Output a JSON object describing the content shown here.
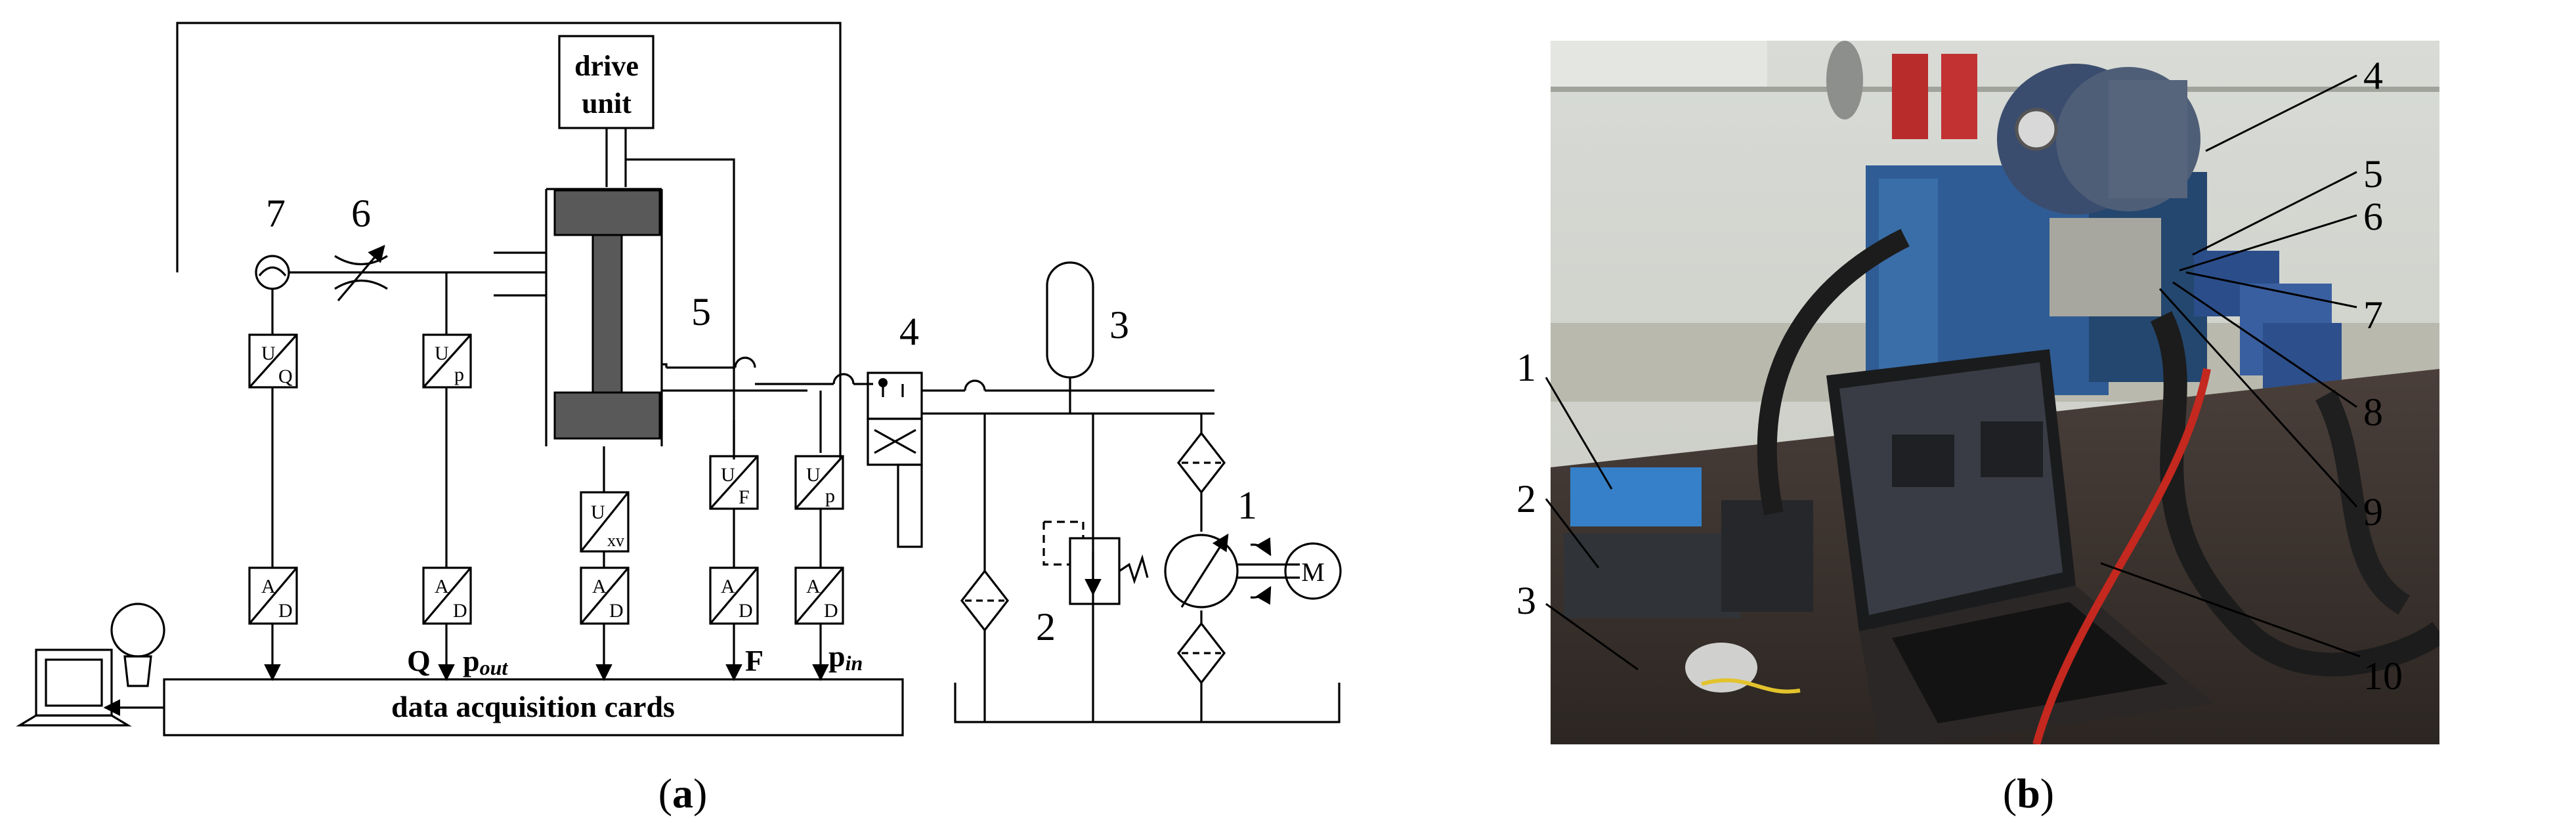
{
  "schematic": {
    "drive_unit": [
      "drive",
      "unit"
    ],
    "daq": "data acquisition cards",
    "numbers": {
      "n1": "1",
      "n2": "2",
      "n3": "3",
      "n4": "4",
      "n5": "5",
      "n6": "6",
      "n7": "7"
    },
    "converters": {
      "uq": {
        "top": "U",
        "bot": "Q"
      },
      "up1": {
        "top": "U",
        "bot": "p"
      },
      "uxv": {
        "top": "U",
        "bot": "xv"
      },
      "uf": {
        "top": "U",
        "bot": "F"
      },
      "up2": {
        "top": "U",
        "bot": "p"
      },
      "ad": {
        "top": "A",
        "bot": "D"
      }
    },
    "signals": {
      "q": "Q",
      "p": "p",
      "out": "out",
      "f": "F",
      "in": "in"
    },
    "motor": "M",
    "caption": {
      "open": "(",
      "letter": "a",
      "close": ")"
    }
  },
  "photo": {
    "labels": [
      "1",
      "2",
      "3",
      "4",
      "5",
      "6",
      "7",
      "8",
      "9",
      "10"
    ],
    "caption": {
      "open": "(",
      "letter": "b",
      "close": ")"
    }
  }
}
